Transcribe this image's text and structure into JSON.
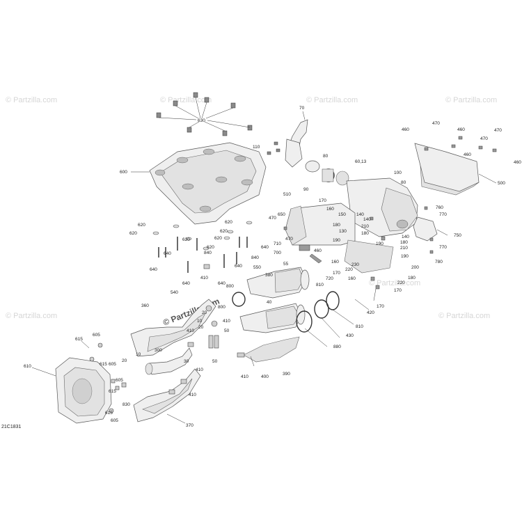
{
  "diagram": {
    "code": "21C1831",
    "watermark": "© Partzilla.com",
    "labels": [
      {
        "id": "630",
        "text": "630"
      },
      {
        "id": "600",
        "text": "600"
      },
      {
        "id": "70",
        "text": "70"
      },
      {
        "id": "110",
        "text": "110"
      },
      {
        "id": "80a",
        "text": "80"
      },
      {
        "id": "60_13",
        "text": "60,13"
      },
      {
        "id": "100",
        "text": "100"
      },
      {
        "id": "90",
        "text": "90"
      },
      {
        "id": "80b",
        "text": "80"
      },
      {
        "id": "510",
        "text": "510"
      },
      {
        "id": "170a",
        "text": "170"
      },
      {
        "id": "160a",
        "text": "160"
      },
      {
        "id": "150",
        "text": "150"
      },
      {
        "id": "140a",
        "text": "140"
      },
      {
        "id": "140b",
        "text": "140"
      },
      {
        "id": "180a",
        "text": "180"
      },
      {
        "id": "130",
        "text": "130"
      },
      {
        "id": "650",
        "text": "650"
      },
      {
        "id": "470a",
        "text": "470"
      },
      {
        "id": "470b",
        "text": "470"
      },
      {
        "id": "710",
        "text": "710"
      },
      {
        "id": "700",
        "text": "700"
      },
      {
        "id": "460",
        "text": "460"
      },
      {
        "id": "190a",
        "text": "190"
      },
      {
        "id": "210a",
        "text": "210"
      },
      {
        "id": "180b",
        "text": "180"
      },
      {
        "id": "140c",
        "text": "140"
      },
      {
        "id": "180c",
        "text": "180"
      },
      {
        "id": "190b",
        "text": "190"
      },
      {
        "id": "210b",
        "text": "210"
      },
      {
        "id": "190c",
        "text": "190"
      },
      {
        "id": "160b",
        "text": "160"
      },
      {
        "id": "230",
        "text": "230"
      },
      {
        "id": "220a",
        "text": "220"
      },
      {
        "id": "200",
        "text": "200"
      },
      {
        "id": "170b",
        "text": "170"
      },
      {
        "id": "720",
        "text": "720"
      },
      {
        "id": "160c",
        "text": "160"
      },
      {
        "id": "180d",
        "text": "180"
      },
      {
        "id": "220b",
        "text": "220"
      },
      {
        "id": "170c",
        "text": "170"
      },
      {
        "id": "170d",
        "text": "170"
      },
      {
        "id": "460r1",
        "text": "460"
      },
      {
        "id": "470r1",
        "text": "470"
      },
      {
        "id": "460r2",
        "text": "460"
      },
      {
        "id": "470r2",
        "text": "470"
      },
      {
        "id": "460r3",
        "text": "460"
      },
      {
        "id": "470r3",
        "text": "470"
      },
      {
        "id": "460r4",
        "text": "460"
      },
      {
        "id": "500",
        "text": "500"
      },
      {
        "id": "760",
        "text": "760"
      },
      {
        "id": "770a",
        "text": "770"
      },
      {
        "id": "750",
        "text": "750"
      },
      {
        "id": "770b",
        "text": "770"
      },
      {
        "id": "780",
        "text": "780"
      },
      {
        "id": "620a",
        "text": "620"
      },
      {
        "id": "620b",
        "text": "620"
      },
      {
        "id": "620c",
        "text": "620"
      },
      {
        "id": "620d",
        "text": "620"
      },
      {
        "id": "620e",
        "text": "620"
      },
      {
        "id": "620f",
        "text": "620"
      },
      {
        "id": "620g",
        "text": "620"
      },
      {
        "id": "640a",
        "text": "640"
      },
      {
        "id": "640b",
        "text": "640"
      },
      {
        "id": "640c",
        "text": "640"
      },
      {
        "id": "640d",
        "text": "640"
      },
      {
        "id": "640e",
        "text": "640"
      },
      {
        "id": "640f",
        "text": "640"
      },
      {
        "id": "840a",
        "text": "840"
      },
      {
        "id": "840b",
        "text": "840"
      },
      {
        "id": "550",
        "text": "550"
      },
      {
        "id": "55",
        "text": "55"
      },
      {
        "id": "380",
        "text": "380"
      },
      {
        "id": "410a",
        "text": "410"
      },
      {
        "id": "800a",
        "text": "800"
      },
      {
        "id": "540",
        "text": "540"
      },
      {
        "id": "810a",
        "text": "810"
      },
      {
        "id": "810b",
        "text": "810"
      },
      {
        "id": "420",
        "text": "420"
      },
      {
        "id": "40",
        "text": "40"
      },
      {
        "id": "360",
        "text": "360"
      },
      {
        "id": "20a",
        "text": "20"
      },
      {
        "id": "800b",
        "text": "800"
      },
      {
        "id": "410b",
        "text": "410"
      },
      {
        "id": "10a",
        "text": "10"
      },
      {
        "id": "20b",
        "text": "20"
      },
      {
        "id": "50a",
        "text": "50"
      },
      {
        "id": "410c",
        "text": "410"
      },
      {
        "id": "50b",
        "text": "50"
      },
      {
        "id": "430",
        "text": "430"
      },
      {
        "id": "880",
        "text": "880"
      },
      {
        "id": "410d",
        "text": "410"
      },
      {
        "id": "400",
        "text": "400"
      },
      {
        "id": "390",
        "text": "390"
      },
      {
        "id": "615a",
        "text": "615"
      },
      {
        "id": "605a",
        "text": "605"
      },
      {
        "id": "615b",
        "text": "615"
      },
      {
        "id": "610",
        "text": "610"
      },
      {
        "id": "20c",
        "text": "20"
      },
      {
        "id": "10b",
        "text": "10"
      },
      {
        "id": "300",
        "text": "300"
      },
      {
        "id": "30",
        "text": "30"
      },
      {
        "id": "410e",
        "text": "410"
      },
      {
        "id": "605b",
        "text": "605"
      },
      {
        "id": "615c",
        "text": "615"
      },
      {
        "id": "605c",
        "text": "605"
      },
      {
        "id": "830",
        "text": "830"
      },
      {
        "id": "615d",
        "text": "615"
      },
      {
        "id": "605d",
        "text": "605"
      },
      {
        "id": "410f",
        "text": "410"
      },
      {
        "id": "370",
        "text": "370"
      }
    ]
  }
}
